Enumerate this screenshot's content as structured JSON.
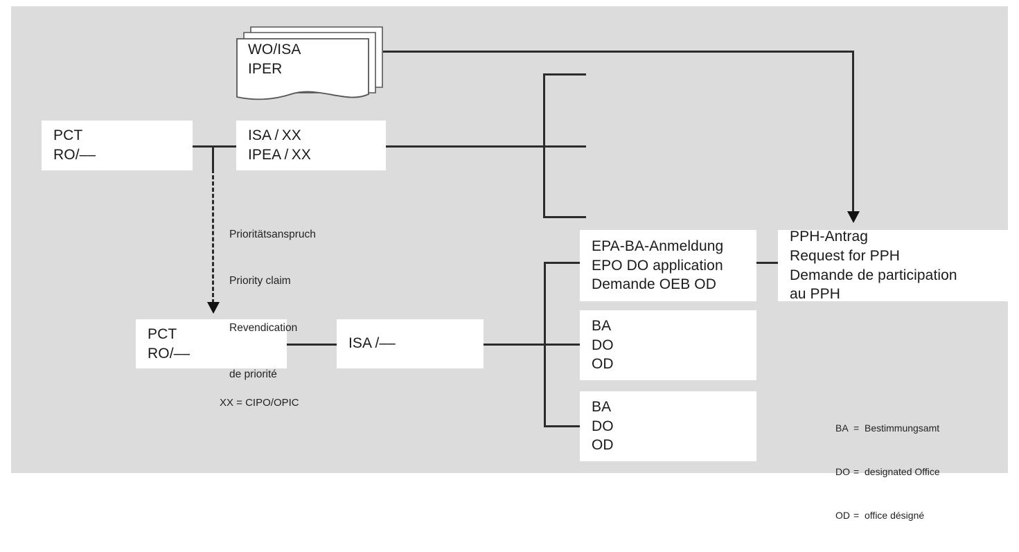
{
  "diagram": {
    "title": "PCT PPH routing diagram",
    "background_color": "#dcdcdc",
    "line_color": "#2b2b2b",
    "box_fill": "#ffffff"
  },
  "documents": {
    "wo_isa_iper": {
      "name": "wo-isa-iper-documents",
      "line1": "WO/ISA",
      "line2": "IPER"
    }
  },
  "boxes": {
    "pct_ro_top": {
      "line1": "PCT",
      "line2": "RO/––"
    },
    "isa_ipea_xx": {
      "line1": "ISA / XX",
      "line2": "IPEA / XX"
    },
    "pct_ro_bottom": {
      "line1": "PCT",
      "line2": "RO/––"
    },
    "isa_blank": {
      "line1": "ISA /––"
    },
    "epo_do_application": {
      "line1": "EPA-BA-Anmeldung",
      "line2": "EPO DO application",
      "line3": "Demande OEB OD"
    },
    "pph_request": {
      "line1": "PPH-Antrag",
      "line2": "Request for PPH",
      "line3": "Demande de participation",
      "line4": "au PPH"
    },
    "ba_do_od_1": {
      "line1": "BA",
      "line2": "DO",
      "line3": "OD"
    },
    "ba_do_od_2": {
      "line1": "BA",
      "line2": "DO",
      "line3": "OD"
    }
  },
  "annotations": {
    "priority_claim": {
      "line1": "Prioritätsanspruch",
      "line2": "Priority claim",
      "line3": "Revendication",
      "line4": "de priorité"
    },
    "xx_note": "XX = CIPO/OPIC"
  },
  "legend": {
    "rows": [
      {
        "key": "BA",
        "eq": "=",
        "value": "Bestimmungsamt"
      },
      {
        "key": "DO",
        "eq": "=",
        "value": "designated Office"
      },
      {
        "key": "OD",
        "eq": "=",
        "value": "office désigné"
      }
    ]
  }
}
